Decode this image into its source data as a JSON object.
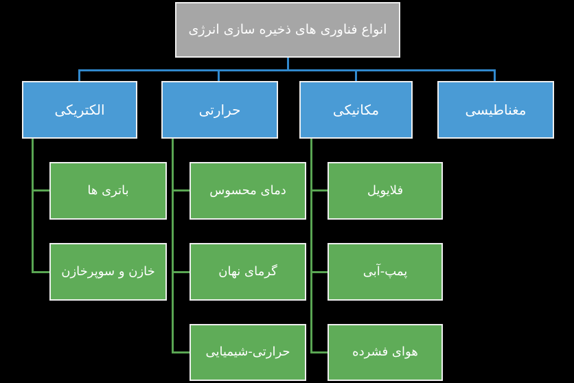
{
  "diagram": {
    "root_label": "انواع فناوری های ذخیره سازی انرژی",
    "branches": [
      {
        "label": "الکتریکی",
        "children": [
          "باتری ها",
          "خازن و سوپرخازن"
        ]
      },
      {
        "label": "حرارتی",
        "children": [
          "دمای محسوس",
          "گرمای نهان",
          "حرارتی-شیمیایی"
        ]
      },
      {
        "label": "مکانیکی",
        "children": [
          "فلایویل",
          "پمپ-آبی",
          "هوای فشرده"
        ]
      },
      {
        "label": "مغناطیسی",
        "children": []
      }
    ],
    "colors": {
      "background": "#000000",
      "root_fill": "#A6A6A6",
      "branch_fill": "#4A9BD5",
      "child_fill": "#5FAC58",
      "blue_connector": "#3189CD",
      "green_connector": "#5AA653",
      "box_border": "#EFEFEF",
      "text": "#FFFFFF"
    }
  }
}
